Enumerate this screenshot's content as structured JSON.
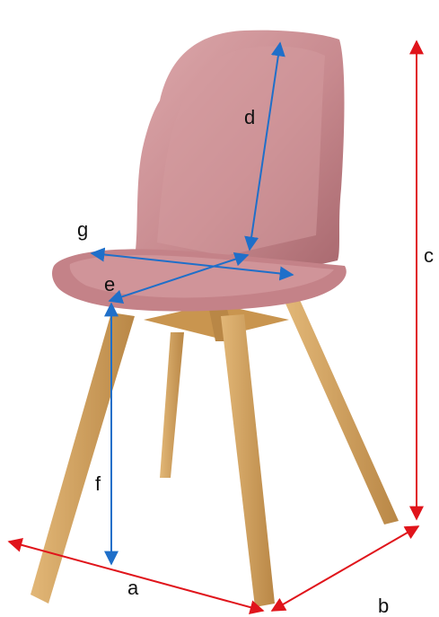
{
  "colors": {
    "seat_shell": "#c88a8f",
    "seat_shell_light": "#dca8ab",
    "seat_shell_dark": "#a8686e",
    "leg_wood": "#d7a865",
    "leg_wood_dark": "#b98746",
    "arrow_red": "#e0141b",
    "arrow_blue": "#1f6fc9",
    "label_text": "#111111"
  },
  "labels": {
    "a": "a",
    "b": "b",
    "c": "c",
    "d": "d",
    "e": "e",
    "f": "f",
    "g": "g"
  }
}
